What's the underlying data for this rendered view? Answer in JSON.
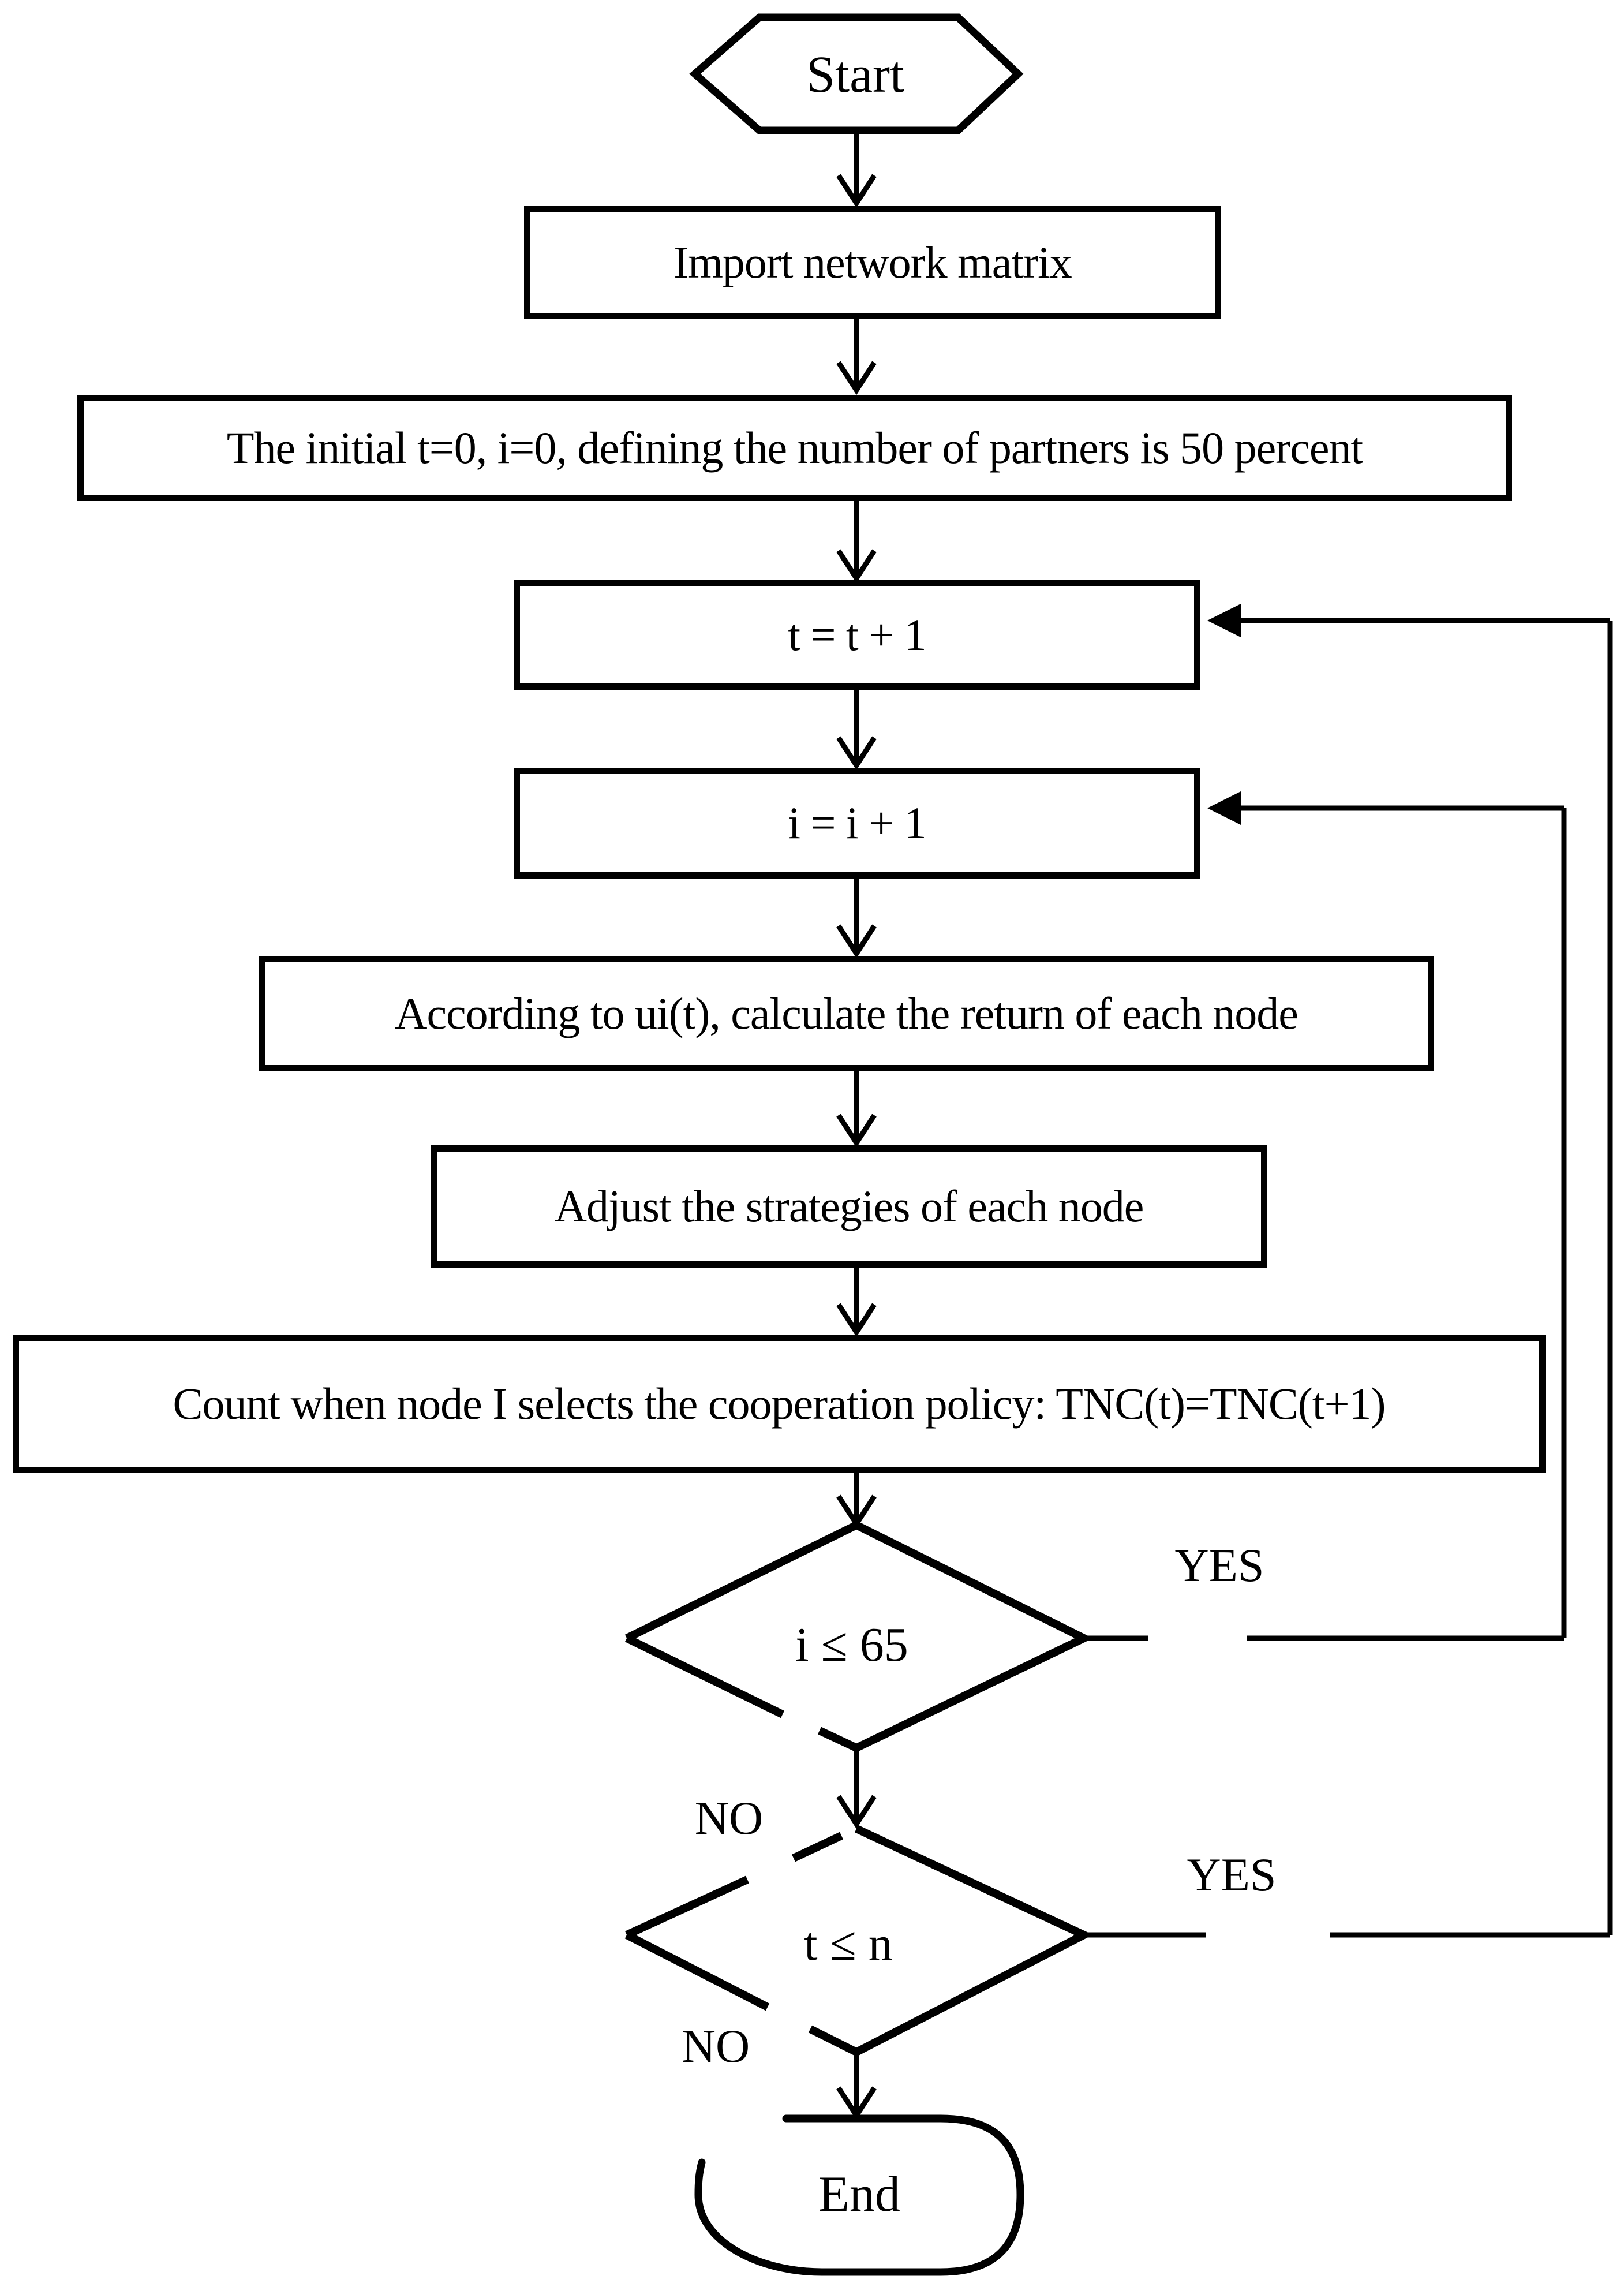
{
  "flowchart": {
    "nodes": {
      "start": "Start",
      "import_matrix": "Import network matrix",
      "initialize": "The initial t=0, i=0, defining the number of partners is 50 percent",
      "increment_t": "t = t + 1",
      "increment_i": "i = i + 1",
      "calculate_return": "According to ui(t), calculate the return of each node",
      "adjust_strategies": "Adjust the strategies of each node",
      "count_cooperation": "Count when node I selects the cooperation policy: TNC(t)=TNC(t+1)",
      "decision_i": "i ≤ 65",
      "decision_t": "t ≤ n",
      "end": "End"
    },
    "edge_labels": {
      "decision_i_yes": "YES",
      "decision_i_no": "NO",
      "decision_t_yes": "YES",
      "decision_t_no": "NO"
    },
    "colors": {
      "stroke": "#000000",
      "background": "#ffffff"
    }
  }
}
